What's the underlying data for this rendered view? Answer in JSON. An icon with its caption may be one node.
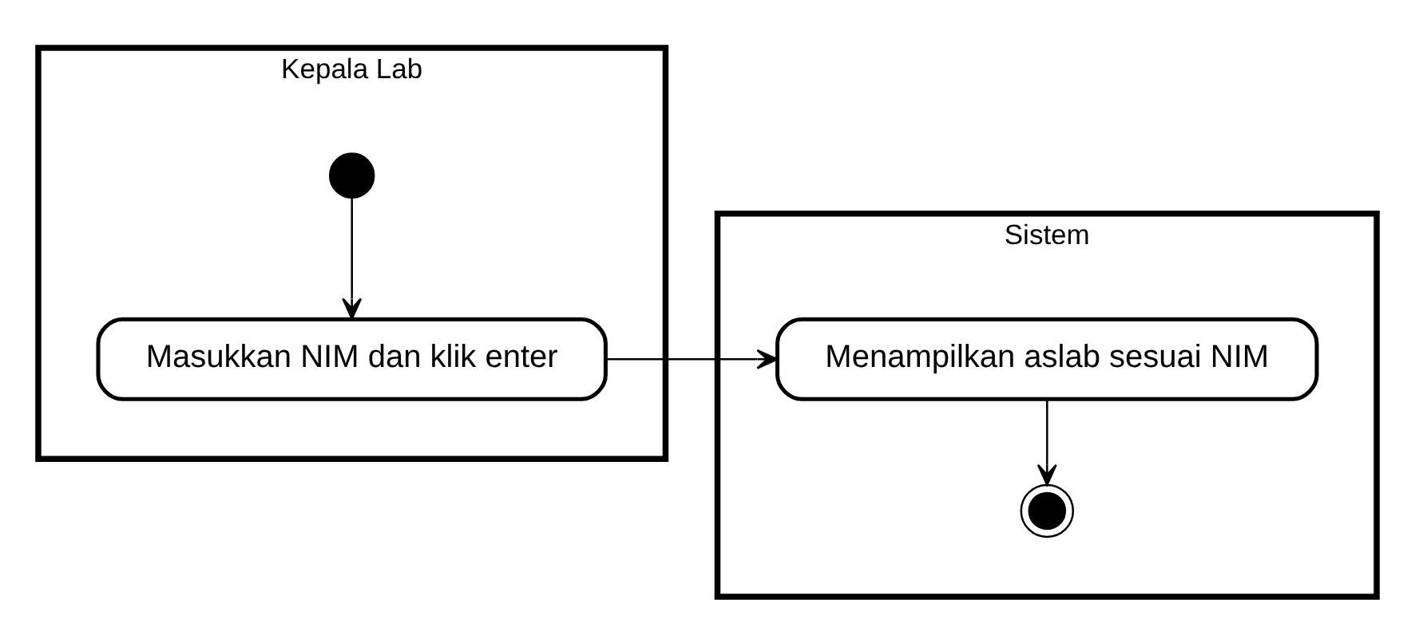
{
  "diagram": {
    "nodes": [
      {
        "text": [
          "Kepala Lab"
        ]
      },
      {
        "text": [
          "Sistem"
        ]
      },
      {
        "text": [],
        "shape": "circle",
        "in": 0
      },
      {
        "text": [
          "Masukkan NIM dan klik enter"
        ],
        "in": 0
      },
      {
        "text": [
          "Menampilkan aslab sesuai NIM"
        ],
        "in": 1
      },
      {
        "text": [],
        "shape": "bullseye",
        "in": 1
      }
    ],
    "edges": [
      {
        "from": 2,
        "to": 3,
        "arrow": "to"
      },
      {
        "from": 3,
        "to": 4,
        "arrow": "to"
      },
      {
        "from": 4,
        "to": 5,
        "arrow": "to"
      }
    ]
  }
}
